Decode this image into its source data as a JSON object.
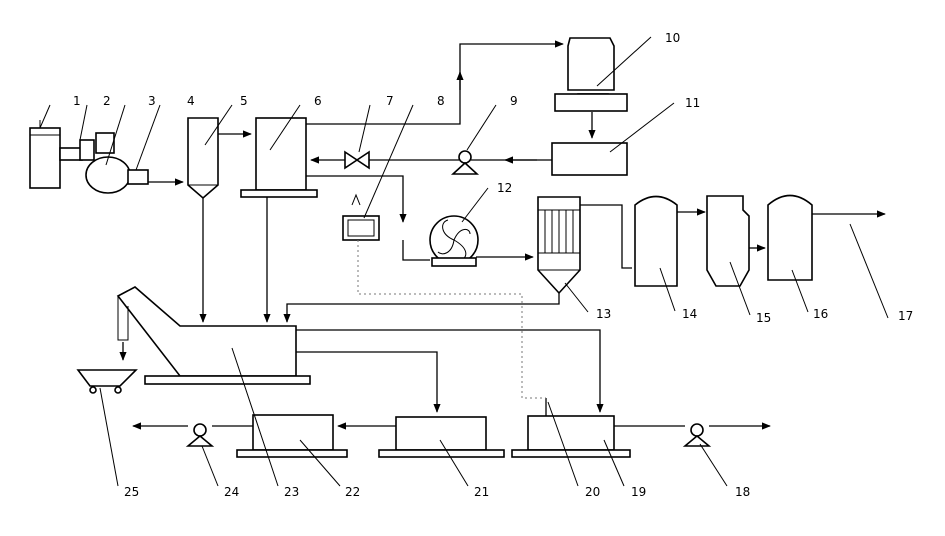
{
  "labels": {
    "n1": "1",
    "n2": "2",
    "n3": "3",
    "n4": "4",
    "n5": "5",
    "n6": "6",
    "n7": "7",
    "n8": "8",
    "n9": "9",
    "n10": "10",
    "n11": "11",
    "n12": "12",
    "n13": "13",
    "n14": "14",
    "n15": "15",
    "n16": "16",
    "n17": "17",
    "n18": "18",
    "n19": "19",
    "n20": "20",
    "n21": "21",
    "n22": "22",
    "n23": "23",
    "n24": "24",
    "n25": "25"
  }
}
